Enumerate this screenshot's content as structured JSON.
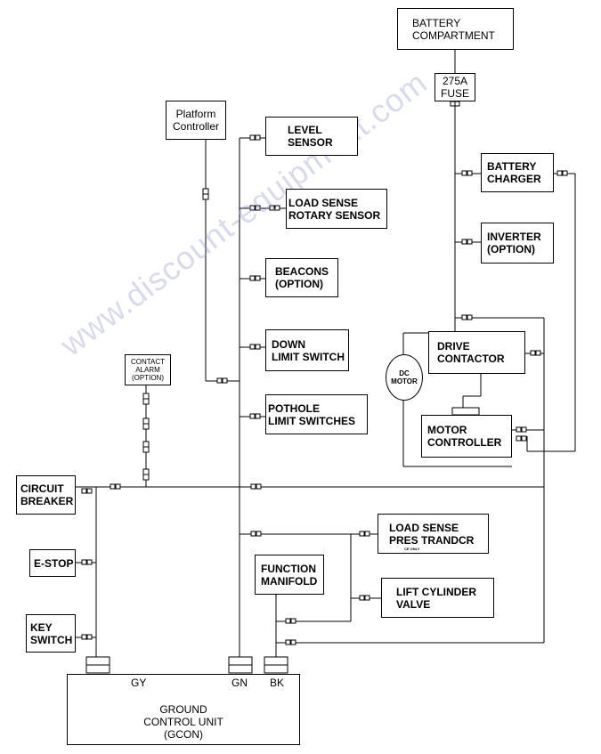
{
  "boxes": {
    "battery_compartment": "BATTERY\nCOMPARTMENT",
    "fuse": "275A\nFUSE",
    "battery_charger": "BATTERY\nCHARGER",
    "inverter": "INVERTER\n(OPTION)",
    "platform_controller": "Platform\nController",
    "level_sensor": "LEVEL\nSENSOR",
    "load_sense_rotary": "LOAD SENSE\nROTARY SENSOR",
    "beacons": "BEACONS\n(OPTION)",
    "down_limit_switch": "DOWN\nLIMIT SWITCH",
    "pothole_limit_switches": "POTHOLE\nLIMIT SWITCHES",
    "contact_alarm": "CONTACT\nALARM\n(OPTION)",
    "drive_contactor": "DRIVE\nCONTACTOR",
    "dc_motor": "DC\nMOTOR",
    "motor_controller": "MOTOR\nCONTROLLER",
    "circuit_breaker": "CIRCUIT\nBREAKER",
    "e_stop": "E-STOP",
    "key_switch": "KEY\nSWITCH",
    "load_sense_pres": "LOAD SENSE\nPRES TRANDCR",
    "load_sense_pres_note": "CE ONLY",
    "function_manifold": "FUNCTION\nMANIFOLD",
    "lift_cylinder_valve": "LIFT CYLINDER\nVALVE"
  },
  "ground_control_unit": {
    "title": "GROUND\nCONTROL UNIT\n(GCON)",
    "connectors": [
      "GY",
      "GN",
      "BK"
    ]
  },
  "watermark": "www.discount-equipment.com"
}
